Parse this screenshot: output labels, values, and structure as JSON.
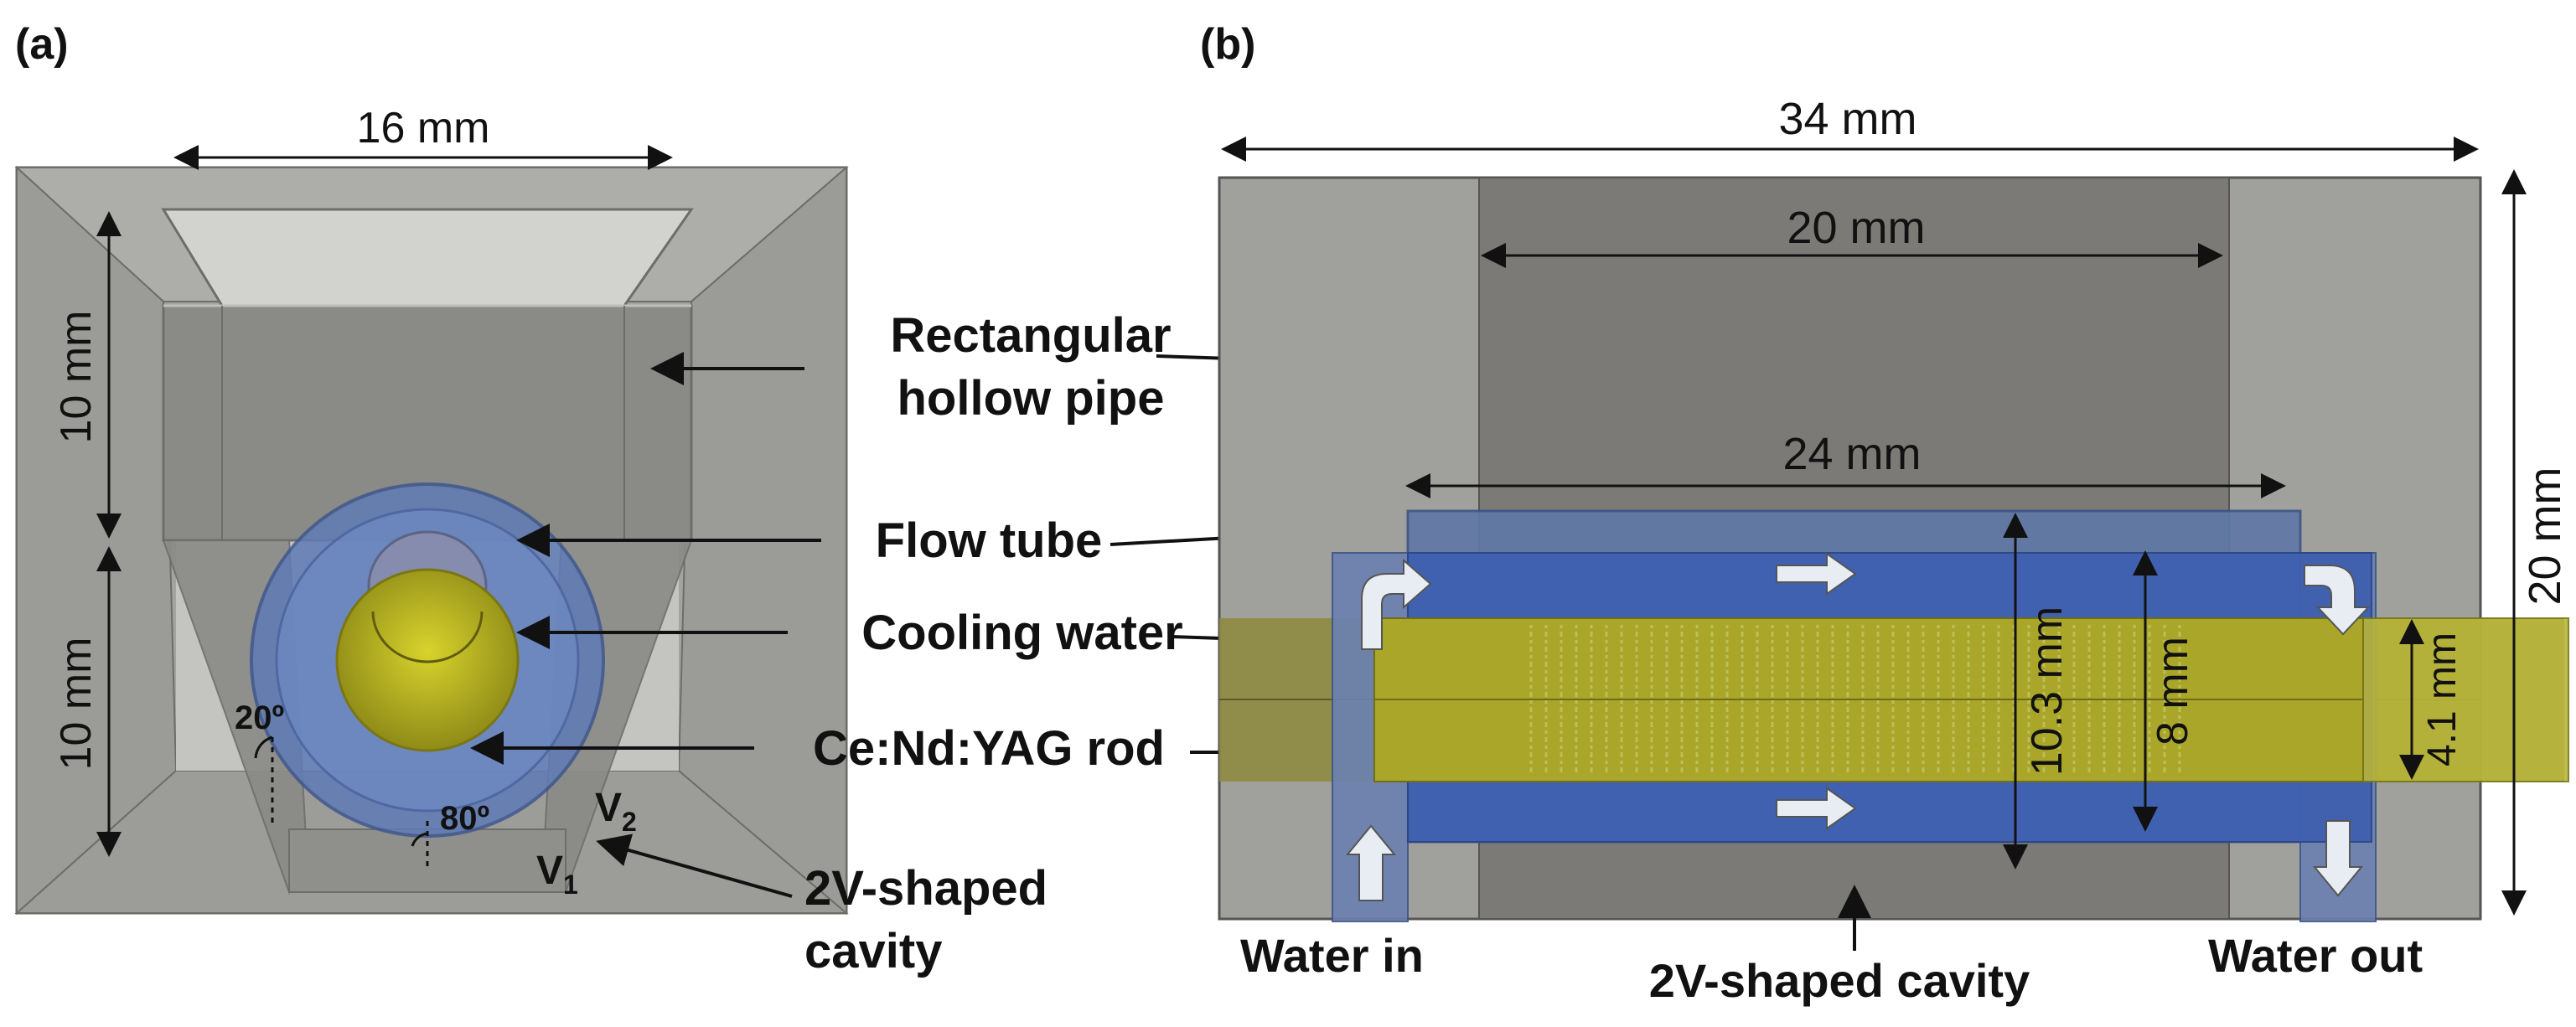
{
  "panel_a": {
    "label": "(a)",
    "dim_width": "16 mm",
    "dim_upper": "10 mm",
    "dim_lower": "10 mm",
    "angle_1": "20º",
    "angle_2": "80º",
    "v1": "V",
    "v1_sub": "1",
    "v2": "V",
    "v2_sub": "2"
  },
  "panel_b": {
    "label": "(b)",
    "dim_total": "34 mm",
    "dim_pipe": "20 mm",
    "dim_tube": "24 mm",
    "dim_height": "20 mm",
    "dim_tube_d": "10.3 mm",
    "dim_inner_d": "8 mm",
    "dim_rod_d": "4.1 mm",
    "water_in": "Water in",
    "water_out": "Water out",
    "cavity": "2V-shaped cavity"
  },
  "center_labels": {
    "rect_pipe_1": "Rectangular",
    "rect_pipe_2": "hollow pipe",
    "flow_tube": "Flow tube",
    "cooling_water": "Cooling water",
    "rod": "Ce:Nd:YAG rod",
    "cavity_1": "2V-shaped",
    "cavity_2": "cavity"
  },
  "colors": {
    "frame_gray": "#9a9a98",
    "pipe_gray": "#7e7d79",
    "tube_blue": "#4d6aa6",
    "rod_yellow": "#b9b623"
  }
}
